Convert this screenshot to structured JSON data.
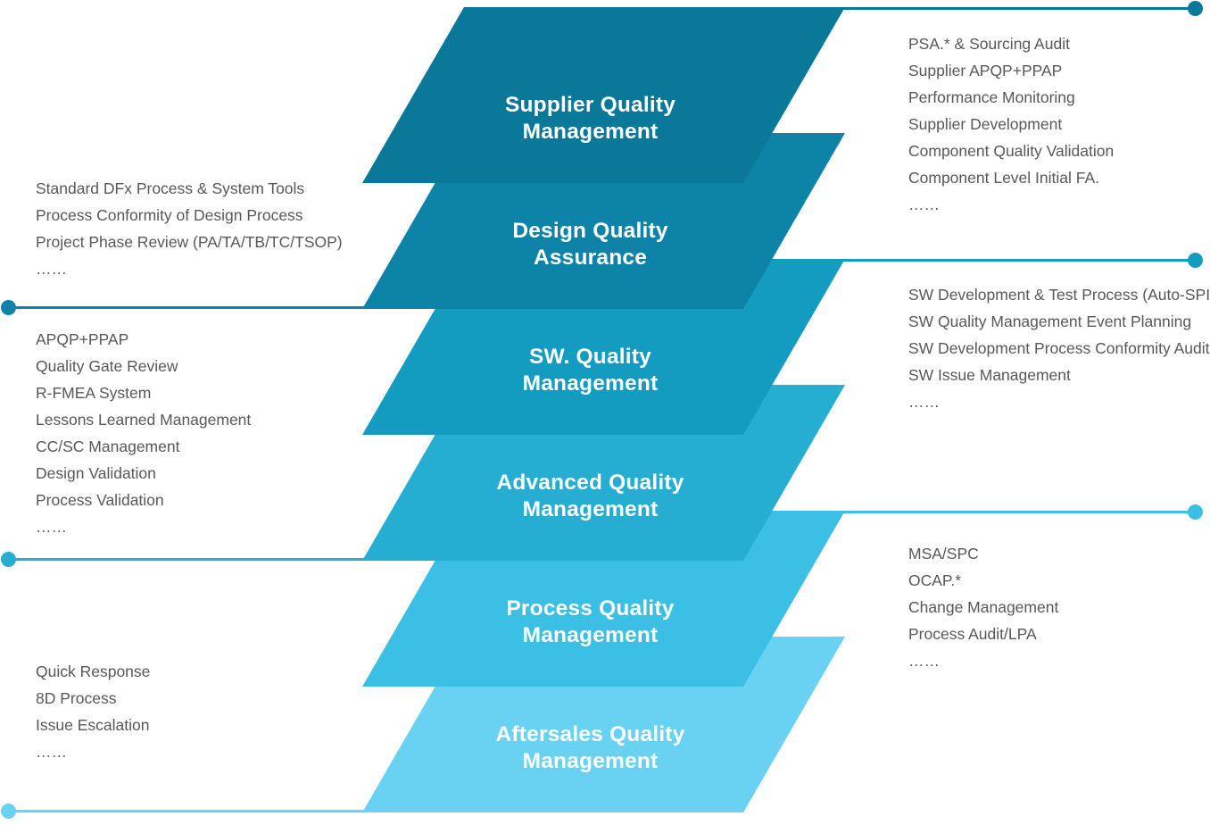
{
  "background_color": "#FFFFFF",
  "text_color": "#57585B",
  "bands": [
    {
      "name": "supplier-quality-management",
      "label_lines": [
        "Supplier Quality",
        "Management"
      ],
      "color": "#0A7899"
    },
    {
      "name": "design-quality-assurance",
      "label_lines": [
        "Design Quality",
        "Assurance"
      ],
      "color": "#0C83A7"
    },
    {
      "name": "sw-quality-management",
      "label_lines": [
        "SW. Quality",
        "Management"
      ],
      "color": "#149CC0"
    },
    {
      "name": "advanced-quality-management",
      "label_lines": [
        "Advanced Quality",
        "Management"
      ],
      "color": "#25ADD2"
    },
    {
      "name": "process-quality-management",
      "label_lines": [
        "Process Quality",
        "Management"
      ],
      "color": "#3BBFE4"
    },
    {
      "name": "aftersales-quality-management",
      "label_lines": [
        "Aftersales Quality",
        "Management"
      ],
      "color": "#69D2F2"
    }
  ],
  "annotations": {
    "right": [
      {
        "band": "supplier-quality-management",
        "connector_color": "#0A7899",
        "items": [
          "PSA.* & Sourcing Audit",
          "Supplier APQP+PPAP",
          "Performance Monitoring",
          "Supplier Development",
          "Component Quality Validation",
          "Component Level Initial FA.",
          "……"
        ]
      },
      {
        "band": "sw-quality-management",
        "connector_color": "#149CC0",
        "items": [
          "SW Development & Test Process (Auto-SPICE)",
          "SW Quality Management Event Planning",
          "SW Development Process Conformity Audit",
          "SW Issue Management",
          "……"
        ]
      },
      {
        "band": "process-quality-management",
        "connector_color": "#3BBFE4",
        "items": [
          "MSA/SPC",
          "OCAP.*",
          "Change Management",
          "Process Audit/LPA",
          "……"
        ]
      }
    ],
    "left": [
      {
        "band": "design-quality-assurance",
        "connector_color": "#0C83A7",
        "items": [
          "Standard DFx Process & System Tools",
          "Process Conformity of Design Process",
          "Project Phase Review (PA/TA/TB/TC/TSOP)",
          "……"
        ]
      },
      {
        "band": "advanced-quality-management",
        "connector_color": "#25ADD2",
        "items": [
          "APQP+PPAP",
          "Quality Gate Review",
          "R-FMEA System",
          "Lessons Learned Management",
          "CC/SC Management",
          "Design Validation",
          "Process Validation",
          "……"
        ]
      },
      {
        "band": "aftersales-quality-management",
        "connector_color": "#69D2F2",
        "items": [
          "Quick Response",
          "8D Process",
          "Issue Escalation",
          "……"
        ]
      }
    ]
  }
}
